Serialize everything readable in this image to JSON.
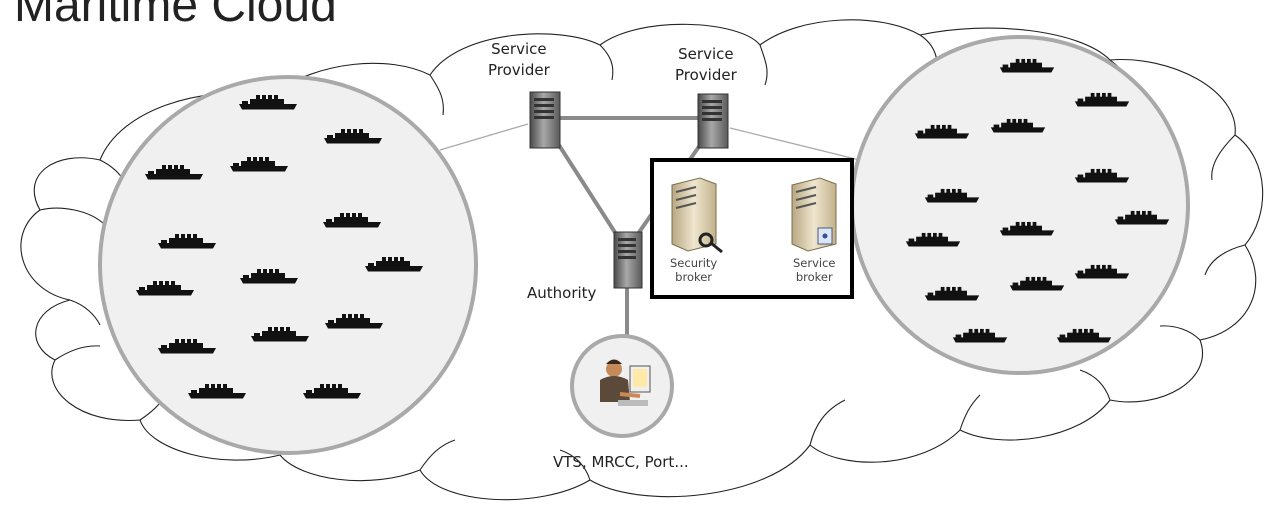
{
  "title": "Maritime Cloud",
  "nodes": {
    "service_provider_1": "Service\nProvider",
    "service_provider_2": "Service\nProvider",
    "authority": "Authority",
    "shore_center": "VTS, MRCC, Port...",
    "security_broker": "Security\nbroker",
    "service_broker": "Service\nbroker"
  },
  "icons": {
    "ship": "ship-icon",
    "server": "server-icon",
    "operator": "operator-at-computer-icon"
  }
}
